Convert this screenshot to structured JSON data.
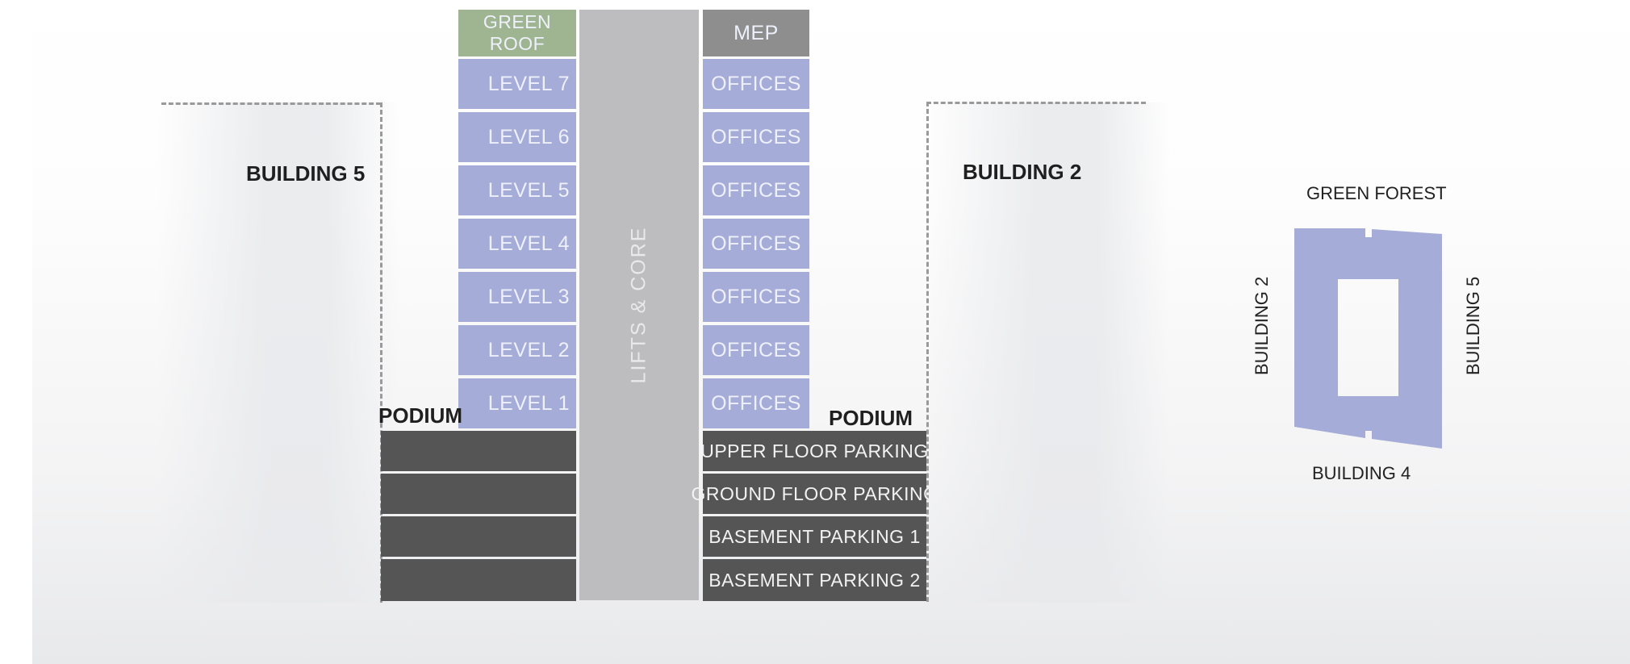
{
  "left_levels": [
    "LEVEL 7",
    "LEVEL 6",
    "LEVEL 5",
    "LEVEL 4",
    "LEVEL 3",
    "LEVEL 2",
    "LEVEL 1"
  ],
  "green_roof": [
    "GREEN",
    "ROOF"
  ],
  "core": "LIFTS & CORE",
  "mep": "MEP",
  "offices": [
    "OFFICES",
    "OFFICES",
    "OFFICES",
    "OFFICES",
    "OFFICES",
    "OFFICES",
    "OFFICES"
  ],
  "podium_left": "PODIUM",
  "podium_right": "PODIUM",
  "parking": [
    "UPPER FLOOR PARKING",
    "GROUND FLOOR PARKING",
    "BASEMENT PARKING 1",
    "BASEMENT PARKING 2"
  ],
  "building_left": "BUILDING 5",
  "building_right": "BUILDING 2",
  "site_plan": {
    "top": "GREEN FOREST",
    "left": "BUILDING 2",
    "right": "BUILDING 5",
    "bottom": "BUILDING 4"
  },
  "colors": {
    "level_fill": "#a6acd8",
    "green_roof": "#9fb490",
    "core": "#bdbdbf",
    "mep": "#8e8e8e",
    "parking": "#555555"
  }
}
